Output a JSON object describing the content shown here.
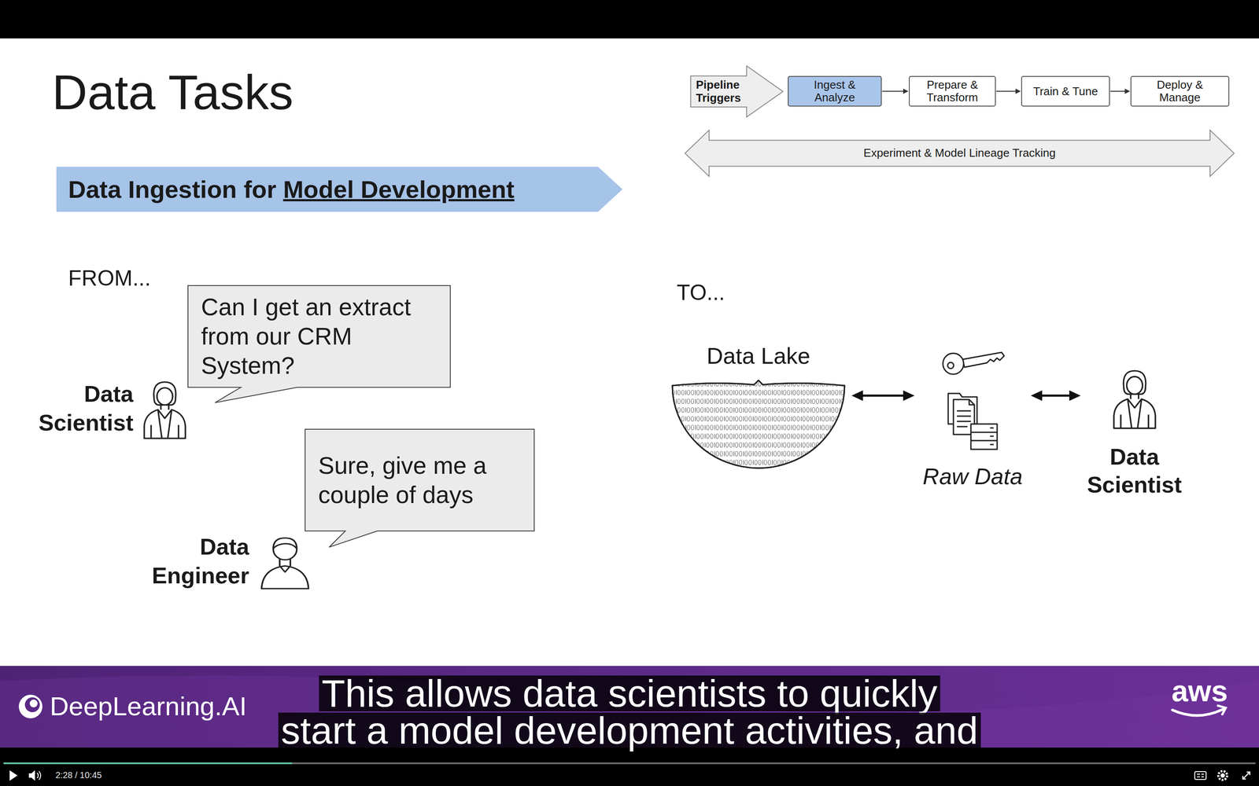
{
  "diagram": {
    "title": "Data Tasks",
    "nodes": [
      {
        "text": [
          "Pipeline Triggers"
        ]
      },
      {
        "text": [
          "Ingest & Analyze"
        ]
      },
      {
        "text": [
          "Prepare & Transform"
        ]
      },
      {
        "text": [
          "Train & Tune"
        ]
      },
      {
        "text": [
          "Deploy & Manage"
        ]
      },
      {
        "text": [
          "Experiment & Model Lineage Tracking"
        ]
      },
      {
        "text": [
          "Data Ingestion for",
          "Model Development"
        ]
      },
      {
        "text": [
          "Can I get an extract from our CRM System?"
        ]
      },
      {
        "text": [
          "Data Scientist"
        ]
      },
      {
        "text": [
          "Sure, give me a couple of days"
        ]
      },
      {
        "text": [
          "Data Engineer"
        ]
      },
      {
        "text": [
          "Data Lake"
        ]
      },
      {
        "text": [
          "Raw Data"
        ]
      },
      {
        "text": [
          "Data Scientist"
        ]
      }
    ],
    "edges": [
      {
        "from": 1,
        "to": 2,
        "arrow": "to"
      },
      {
        "from": 2,
        "to": 3,
        "arrow": "to"
      },
      {
        "from": 3,
        "to": 4,
        "arrow": "to"
      },
      {
        "from": 11,
        "to": 12,
        "arrow": "both"
      },
      {
        "from": 12,
        "to": 13,
        "arrow": "both"
      }
    ],
    "labels": [
      "FROM...",
      "TO...",
      "DeepLearning.AI",
      "This allows data scientists to quickly",
      "start a model development activities, and",
      "2:28 / 10:45",
      "aws"
    ]
  }
}
